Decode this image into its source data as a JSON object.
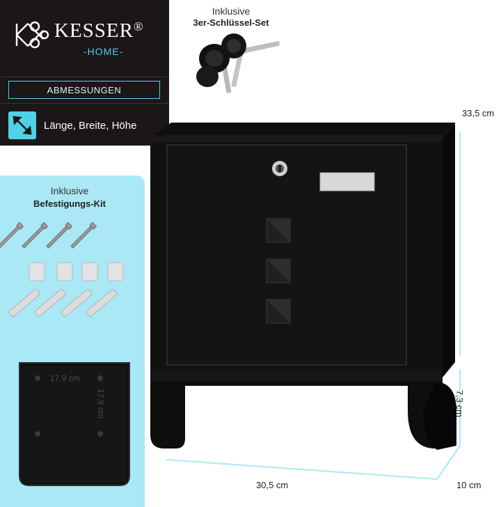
{
  "brand": {
    "name": "KESSER",
    "registered": "®",
    "sub": "-HOME-"
  },
  "dimensions_panel": {
    "title": "ABMESSUNGEN",
    "legend_text": "Länge, Breite, Höhe",
    "icon": "diagonal-resize-arrow-icon"
  },
  "keys": {
    "label_line1": "Inklusive",
    "label_line2": "3er-Schlüssel-Set"
  },
  "kit": {
    "label_line1": "Inklusive",
    "label_line2": "Befestigungs-Kit"
  },
  "mailbox_dimensions": {
    "height": "33,5 cm",
    "width": "30,5 cm",
    "depth": "10 cm",
    "slot": "7,3 cm"
  },
  "back_panel": {
    "hole_spacing_w": "17,9 cm",
    "hole_spacing_h": "17,9 cm"
  },
  "colors": {
    "panel_dark": "#1b1717",
    "accent_cyan": "#4fd1e6",
    "kit_bg": "#a9e8f4",
    "mailbox_black": "#111111"
  }
}
